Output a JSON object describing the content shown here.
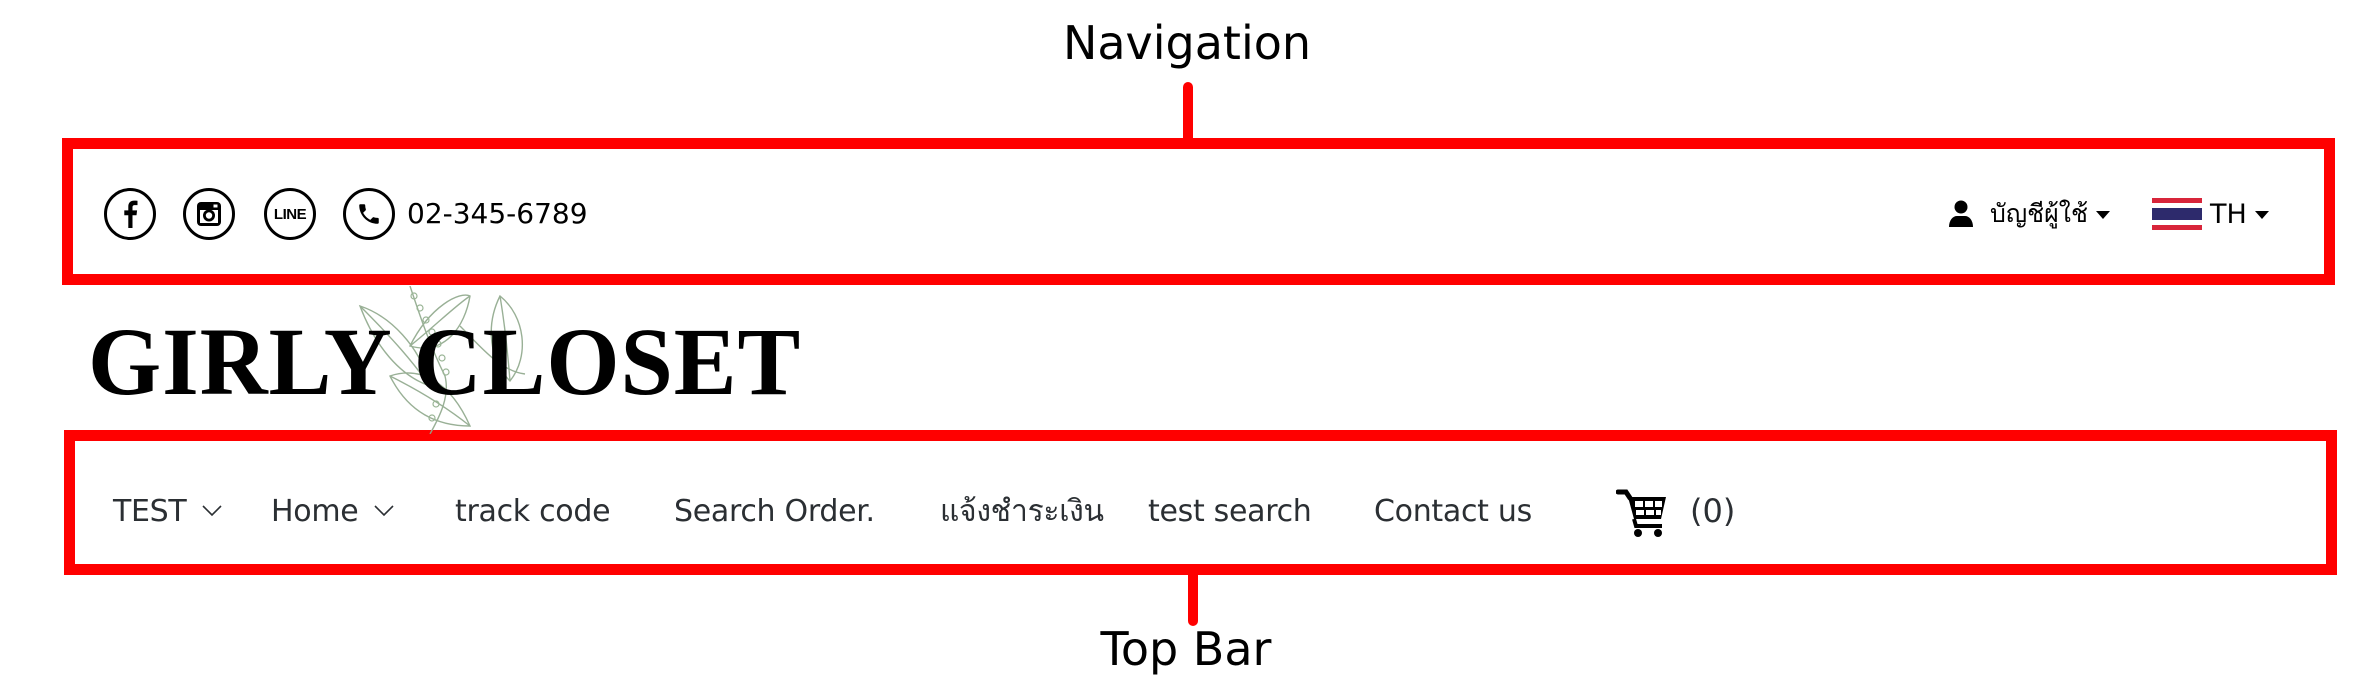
{
  "annotations": {
    "navigation": {
      "label": "Navigation",
      "color": "#ff0000"
    },
    "top_bar": {
      "label": "Top Bar",
      "color": "#ff0000"
    }
  },
  "navigation": {
    "social_icons": [
      {
        "name": "facebook-icon",
        "glyph": "f"
      },
      {
        "name": "instagram-icon",
        "glyph": "instagram"
      },
      {
        "name": "line-icon",
        "glyph": "LINE"
      },
      {
        "name": "phone-icon",
        "glyph": "phone"
      }
    ],
    "line_label": "LINE",
    "facebook_glyph": "f",
    "phone": "02-345-6789",
    "account": {
      "icon": "user-icon",
      "label": "บัญชีผู้ใช้"
    },
    "language": {
      "flag": "thailand-flag",
      "label": "TH",
      "flag_colors": [
        "#d8253a",
        "#ffffff",
        "#2d2a6c",
        "#ffffff",
        "#d8253a"
      ]
    }
  },
  "logo": {
    "text": "GIRLY CLOSET",
    "decoration_color": "#7f9c7c"
  },
  "top_bar": {
    "menu": [
      {
        "label": "TEST",
        "has_dropdown": true
      },
      {
        "label": "Home",
        "has_dropdown": true
      },
      {
        "label": "track code",
        "has_dropdown": false
      },
      {
        "label": "Search Order.",
        "has_dropdown": false
      },
      {
        "label": "แจ้งชำระเงิน",
        "has_dropdown": false
      },
      {
        "label": "test search",
        "has_dropdown": false
      },
      {
        "label": "Contact us",
        "has_dropdown": false
      }
    ],
    "cart": {
      "icon": "cart-icon",
      "count": "(0)"
    },
    "text_color": "#2b2f33"
  }
}
